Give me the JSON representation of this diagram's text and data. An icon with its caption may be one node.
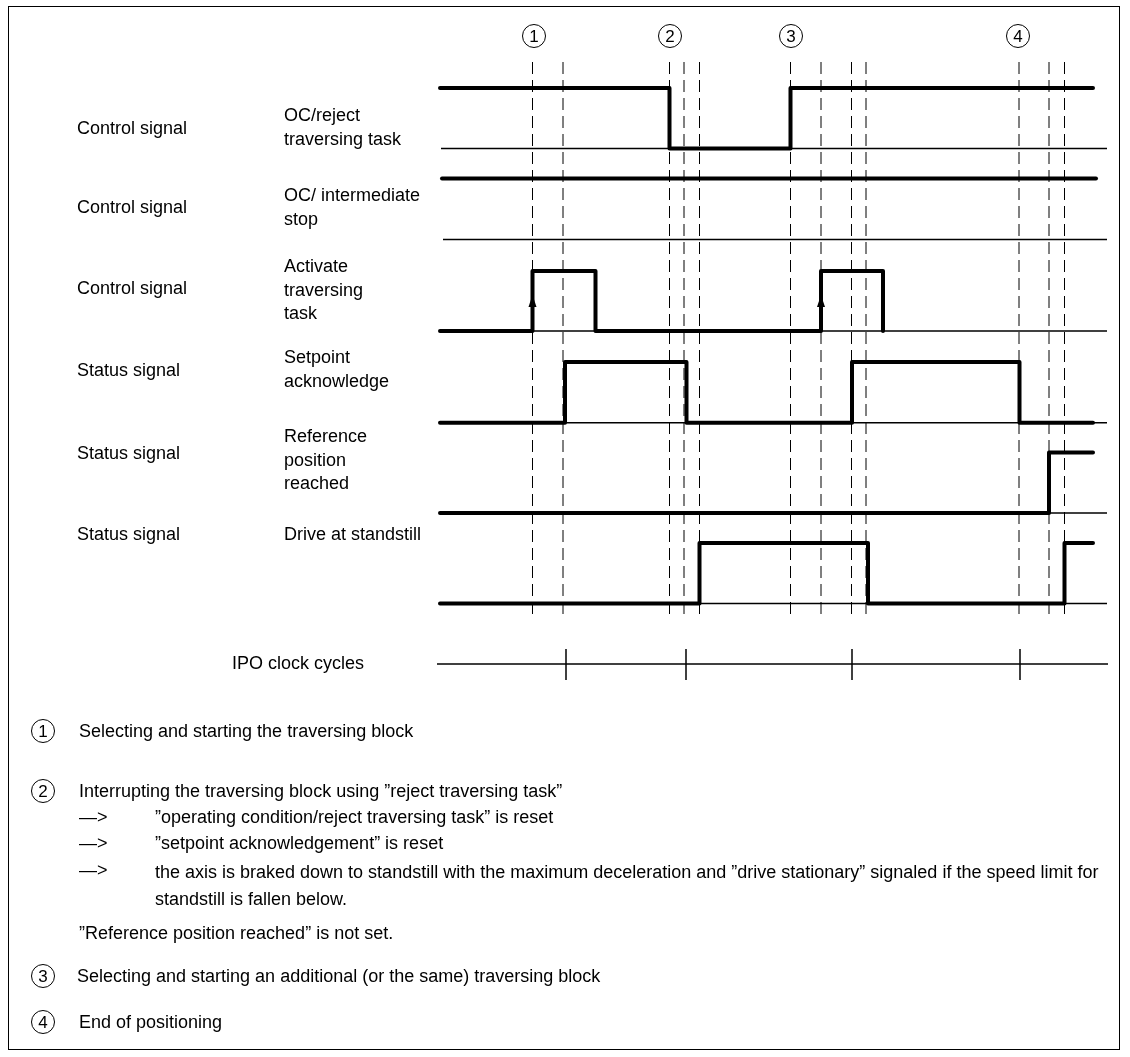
{
  "diagram": {
    "nodes": [
      {
        "text": [
          "1"
        ]
      },
      {
        "text": [
          "2"
        ]
      },
      {
        "text": [
          "3"
        ]
      },
      {
        "text": [
          "4"
        ]
      },
      {
        "text": [
          "1"
        ],
        "beside": [
          "Selecting and starting the traversing block"
        ]
      },
      {
        "text": [
          "2"
        ],
        "beside": [
          "Interrupting the traversing block using ”reject traversing task”"
        ]
      },
      {
        "text": [
          "3"
        ],
        "beside": [
          "Selecting and starting an additional (or the same) traversing block"
        ]
      },
      {
        "text": [
          "4"
        ],
        "beside": [
          "End of positioning"
        ]
      }
    ],
    "labels": [
      "Control signal",
      "OC/reject traversing task",
      "Control signal",
      "OC/ intermediate stop",
      "Control signal",
      "Activate traversing task",
      "Status signal",
      "Setpoint acknowledge",
      "Status signal",
      "Reference position reached",
      "Status signal",
      "Drive at standstill",
      "IPO clock cycles",
      "—>",
      "”operating condition/reject traversing task” is reset",
      "—>",
      "”setpoint acknowledgement” is reset",
      "—>",
      "the axis is braked down to standstill with the maximum deceleration and ”drive stationary” signaled if the speed limit for standstill is fallen below.",
      "”Reference position reached” is not set."
    ]
  }
}
